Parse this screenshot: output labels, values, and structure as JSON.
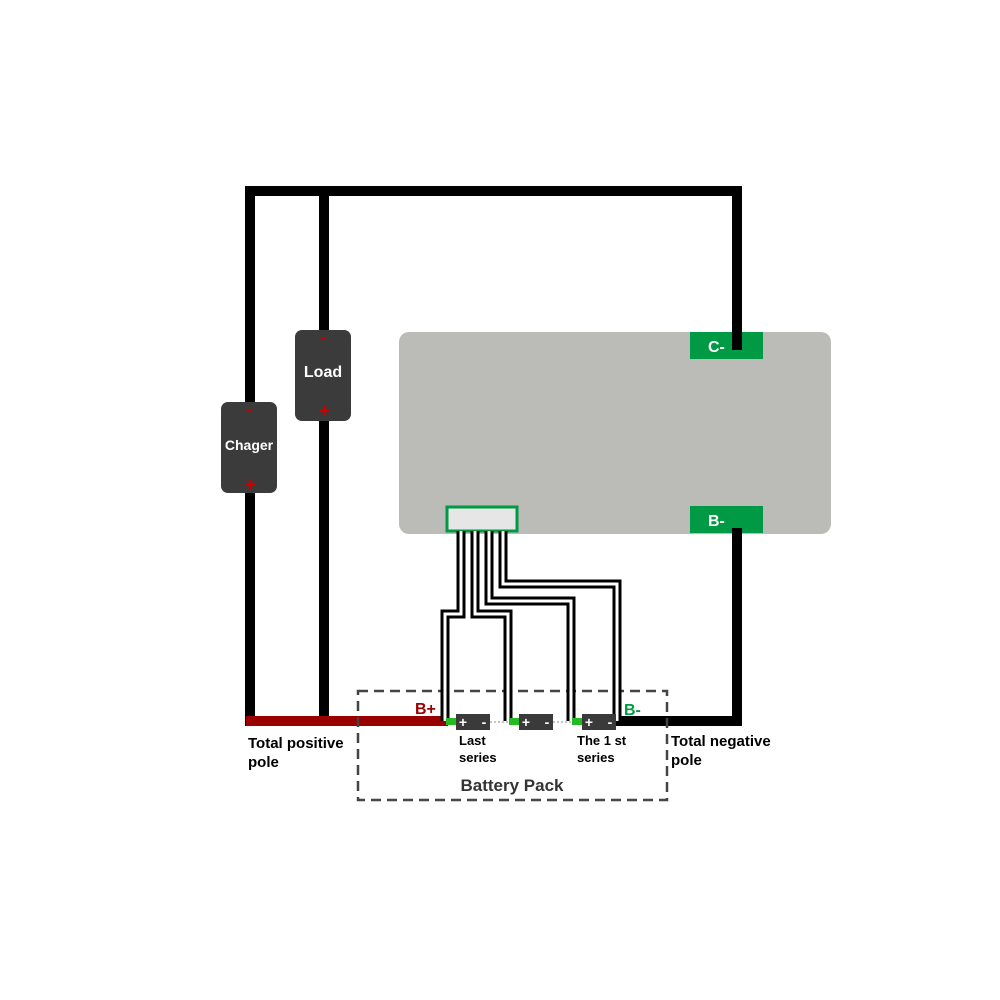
{
  "colors": {
    "wire": "#000000",
    "positive": "#990000",
    "negative_label": "#009944",
    "board": "#bbbcb7",
    "pad": "#009944",
    "module": "#3b3b3b",
    "cell": "#3a3a3a",
    "cell_tab": "#22bb22",
    "dashed": "#444444",
    "text": "#000000"
  },
  "charger": {
    "label": "Chager",
    "minus": "-",
    "plus": "+"
  },
  "load": {
    "label": "Load",
    "minus": "-",
    "plus": "+"
  },
  "board": {
    "c_minus": "C-",
    "b_minus": "B-"
  },
  "battery_pack": {
    "title": "Battery Pack",
    "b_plus": "B+",
    "b_minus": "B-",
    "last_series": [
      "Last",
      "series"
    ],
    "first_series": [
      "The 1 st",
      "series"
    ],
    "cell_plus": "+",
    "cell_minus": "-"
  },
  "total_positive": [
    "Total positive",
    "pole"
  ],
  "total_negative": [
    "Total negative",
    "pole"
  ]
}
